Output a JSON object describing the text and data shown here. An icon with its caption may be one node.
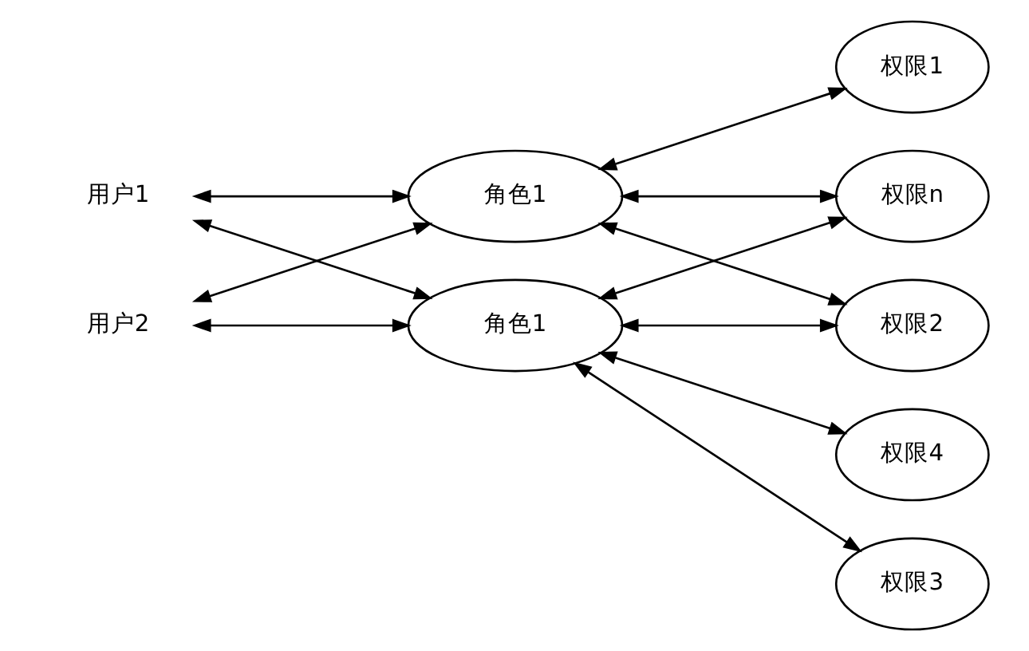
{
  "diagram": {
    "nodes": [
      {
        "text": [
          "用户1"
        ]
      },
      {
        "text": [
          "用户2"
        ]
      },
      {
        "text": [
          "角色1"
        ]
      },
      {
        "text": [
          "角色1"
        ]
      },
      {
        "text": [
          "权限1"
        ]
      },
      {
        "text": [
          "权限2"
        ]
      },
      {
        "text": [
          "权限3"
        ]
      },
      {
        "text": [
          "权限4"
        ]
      },
      {
        "text": [
          "权限n"
        ]
      }
    ],
    "edges": [
      {
        "from": 0,
        "to": 2,
        "arrow": "both"
      },
      {
        "from": 0,
        "to": 3,
        "arrow": "both"
      },
      {
        "from": 1,
        "to": 2,
        "arrow": "both"
      },
      {
        "from": 1,
        "to": 3,
        "arrow": "both"
      },
      {
        "from": 2,
        "to": 4,
        "arrow": "both"
      },
      {
        "from": 2,
        "to": 5,
        "arrow": "both"
      },
      {
        "from": 2,
        "to": 8,
        "arrow": "both"
      },
      {
        "from": 3,
        "to": 5,
        "arrow": "both"
      },
      {
        "from": 3,
        "to": 6,
        "arrow": "both"
      },
      {
        "from": 3,
        "to": 7,
        "arrow": "both"
      },
      {
        "from": 3,
        "to": 8,
        "arrow": "both"
      }
    ]
  }
}
